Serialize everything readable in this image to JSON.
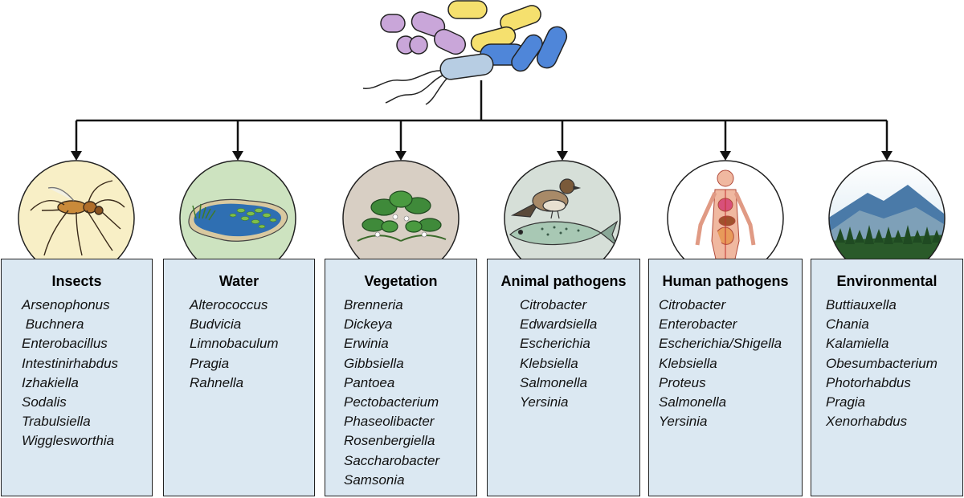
{
  "categories": [
    {
      "title": "Insects",
      "icon": "mosquito-icon",
      "color": "#f8efc6",
      "genera": [
        "Arsenophonus",
        " Buchnera",
        "Enterobacillus",
        "Intestinirhabdus",
        "Izhakiella",
        "Sodalis",
        "Trabulsiella",
        "Wigglesworthia"
      ]
    },
    {
      "title": "Water",
      "icon": "pond-icon",
      "color": "#cde3c0",
      "genera": [
        "Alterococcus",
        "Budvicia",
        "Limnobaculum",
        "Pragia",
        "Rahnella"
      ]
    },
    {
      "title": "Vegetation",
      "icon": "plant-icon",
      "color": "#d8cfc4",
      "genera": [
        "Brenneria",
        "Dickeya",
        "Erwinia",
        "Gibbsiella",
        "Pantoea",
        "Pectobacterium",
        "Phaseolibacter",
        "Rosenbergiella",
        "Saccharobacter",
        "Samsonia"
      ]
    },
    {
      "title": "Animal pathogens",
      "icon": "bird-and-fish-icon",
      "color": "#d6dfd8",
      "genera": [
        "Citrobacter",
        "Edwardsiella",
        "Escherichia",
        "Klebsiella",
        "Salmonella",
        "Yersinia"
      ]
    },
    {
      "title": "Human pathogens",
      "icon": "human-anatomy-icon",
      "color": "#ffffff",
      "genera": [
        "Citrobacter",
        "Enterobacter",
        "Escherichia/Shigella",
        "Klebsiella",
        "Proteus",
        "Salmonella",
        "Yersinia"
      ]
    },
    {
      "title": "Environmental",
      "icon": "mountain-forest-icon",
      "color": "#cfe0ea",
      "genera": [
        "Buttiauxella",
        "Chania",
        "Kalamiella",
        "Obesumbacterium",
        "Photorhabdus",
        "Pragia",
        "Xenorhabdus"
      ]
    }
  ],
  "colors": {
    "box_fill": "#dbe8f2",
    "bacteria_purple": "#c9a6d9",
    "bacteria_yellow": "#f5e06e",
    "bacteria_blue": "#4f86d9",
    "bacteria_lightblue": "#b7cde3"
  }
}
